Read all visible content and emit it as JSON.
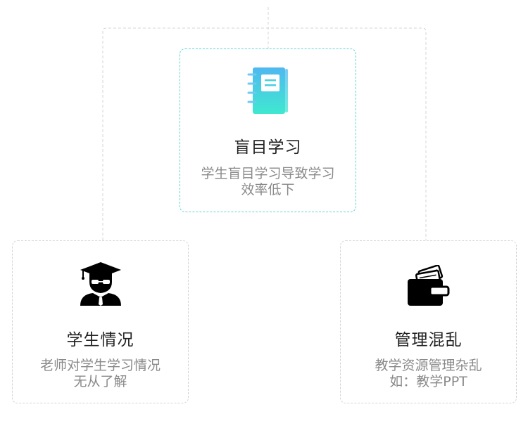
{
  "colors": {
    "highlight_border": "#5fd3d7",
    "card_border": "#d4d4d4",
    "connector": "#d4d4d4",
    "title": "#222222",
    "description": "#8a8a8a",
    "notebook_gradient_top": "#4fb8f0",
    "notebook_gradient_bottom": "#3fe8d0",
    "icon_dark": "#000000"
  },
  "cards": {
    "top": {
      "icon": "notebook-icon",
      "title": "盲目学习",
      "description_lines": [
        "学生盲目学习导致学习",
        "效率低下"
      ]
    },
    "left": {
      "icon": "graduate-student-icon",
      "title": "学生情况",
      "description_lines": [
        "老师对学生学习情况",
        "无从了解"
      ]
    },
    "right": {
      "icon": "wallet-icon",
      "title": "管理混乱",
      "description_lines": [
        "教学资源管理杂乱",
        "如：教学PPT"
      ]
    }
  }
}
